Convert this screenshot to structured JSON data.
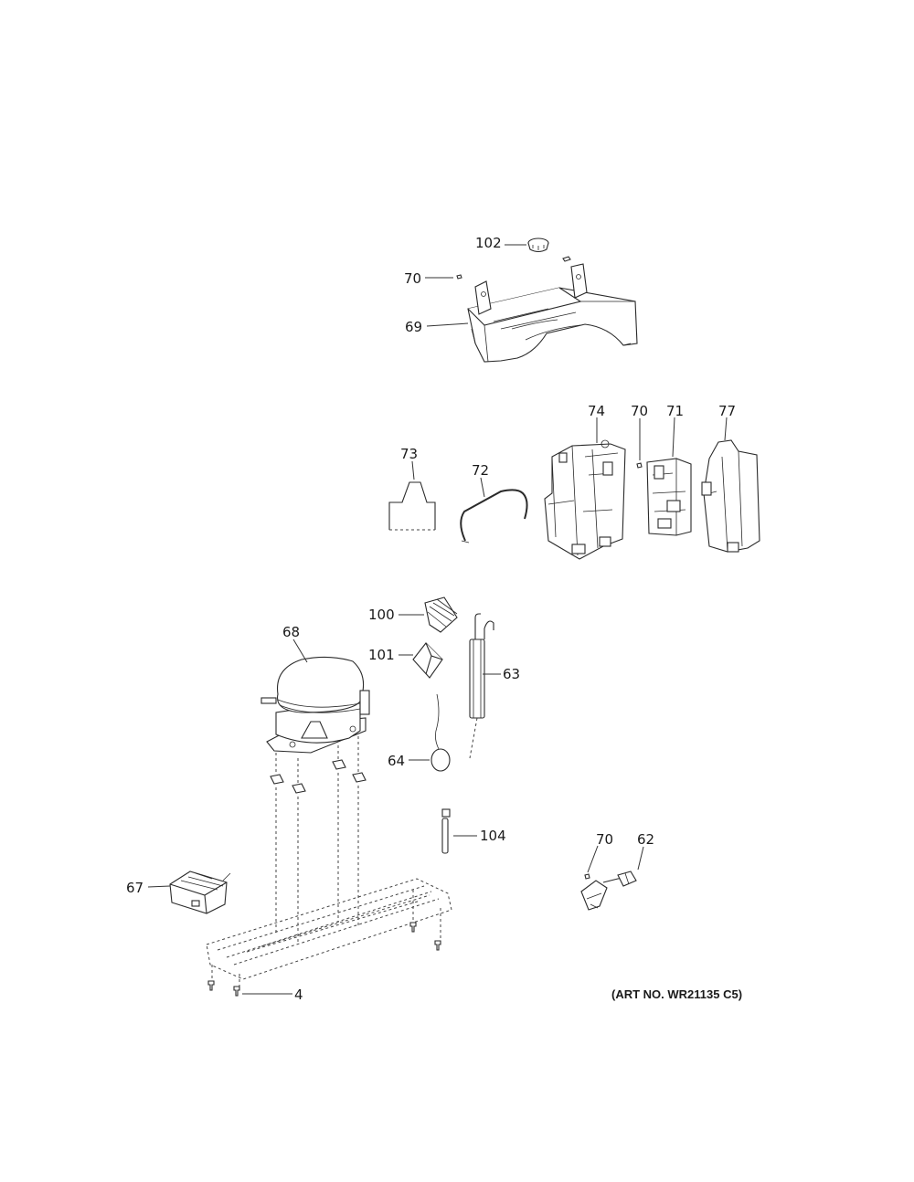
{
  "callouts": {
    "c102": "102",
    "c70a": "70",
    "c69": "69",
    "c74": "74",
    "c70b": "70",
    "c71": "71",
    "c77": "77",
    "c73": "73",
    "c72": "72",
    "c100": "100",
    "c68": "68",
    "c101": "101",
    "c63": "63",
    "c64": "64",
    "c104": "104",
    "c70c": "70",
    "c62": "62",
    "c67": "67",
    "c4": "4"
  },
  "art_number": "(ART NO. WR21135 C5)"
}
